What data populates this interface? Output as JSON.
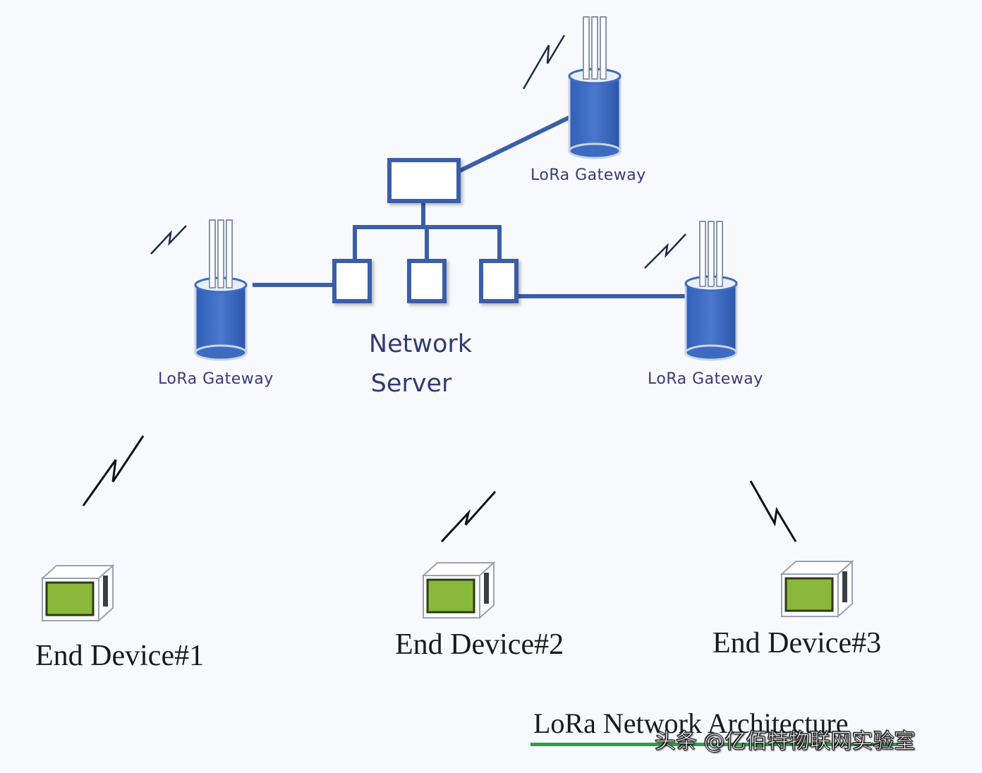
{
  "gateways": [
    {
      "label": "LoRa Gateway"
    },
    {
      "label": "LoRa Gateway"
    },
    {
      "label": "LoRa Gateway"
    }
  ],
  "server": {
    "line1": "Network",
    "line2": "Server"
  },
  "devices": [
    {
      "label": "End Device#1"
    },
    {
      "label": "End Device#2"
    },
    {
      "label": "End Device#3"
    }
  ],
  "caption": "LoRa Network Architecture",
  "watermark": "头条 @亿佰特物联网实验室",
  "colors": {
    "gateway_blue": "#3d6bc2",
    "line_blue": "#3a5ea8",
    "device_green": "#8ab83a",
    "caption_underline": "#2f9e47"
  }
}
